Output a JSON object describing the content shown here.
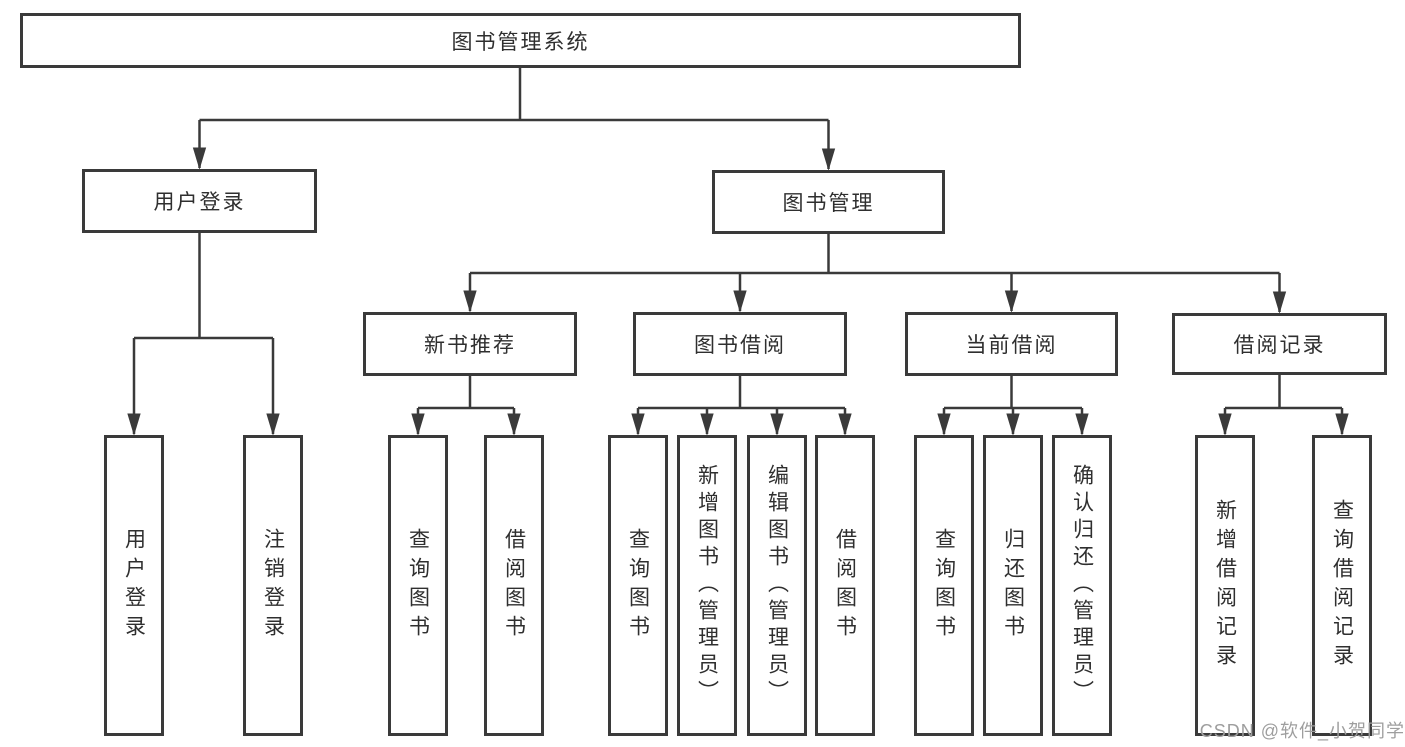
{
  "diagram": {
    "root": "图书管理系统",
    "user_login": {
      "label": "用户登录",
      "children": [
        "用户登录",
        "注销登录"
      ]
    },
    "book_management": {
      "label": "图书管理",
      "sections": [
        {
          "label": "新书推荐",
          "children": [
            "查询图书",
            "借阅图书"
          ]
        },
        {
          "label": "图书借阅",
          "children": [
            "查询图书",
            "新增图书（管理员）",
            "编辑图书（管理员）",
            "借阅图书"
          ]
        },
        {
          "label": "当前借阅",
          "children": [
            "查询图书",
            "归还图书",
            "确认归还（管理员）"
          ]
        },
        {
          "label": "借阅记录",
          "children": [
            "新增借阅记录",
            "查询借阅记录"
          ]
        }
      ]
    },
    "watermark": "CSDN @软件_小贺同学",
    "colors": {
      "line": "#3a3a3a",
      "text": "#2f2f2f",
      "background": "#ffffff",
      "watermark": "#9e9e9e"
    }
  }
}
